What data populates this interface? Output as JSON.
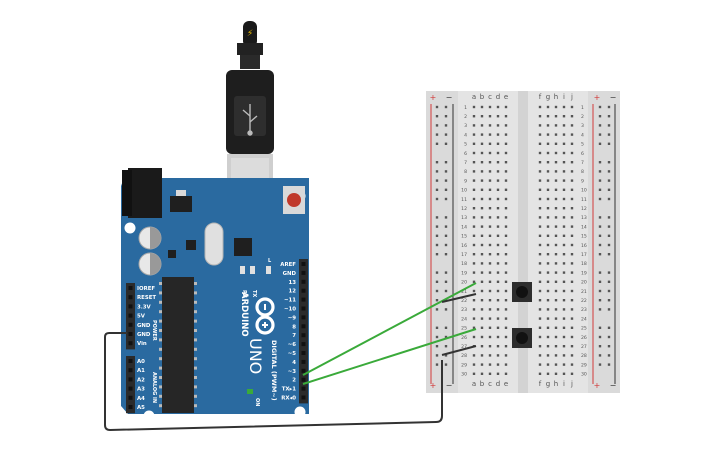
{
  "arduino": {
    "brand": "ARDUINO",
    "model": "UNO",
    "digital_label": "DIGITAL (PWM~)",
    "analog_label": "ANALOG IN",
    "power_label": "POWER",
    "on_label": "ON",
    "tx_label": "TX",
    "rx_label": "RX",
    "l_label": "L",
    "power_pins": [
      "IOREF",
      "RESET",
      "3.3V",
      "5V",
      "GND",
      "GND",
      "Vin"
    ],
    "analog_pins": [
      "A0",
      "A1",
      "A2",
      "A3",
      "A4",
      "A5"
    ],
    "digital_pins": [
      "AREF",
      "GND",
      "13",
      "12",
      "~11",
      "~10",
      "~9",
      "8",
      "7",
      "~6",
      "~5",
      "4",
      "~3",
      "2",
      "TX▸1",
      "RX◂0"
    ],
    "usb_symbol": "⚡"
  },
  "breadboard": {
    "columns_left": [
      "a",
      "b",
      "c",
      "d",
      "e"
    ],
    "columns_right": [
      "f",
      "g",
      "h",
      "i",
      "j"
    ],
    "rows": [
      "1",
      "2",
      "3",
      "4",
      "5",
      "6",
      "7",
      "8",
      "9",
      "10",
      "11",
      "12",
      "13",
      "14",
      "15",
      "16",
      "17",
      "18",
      "19",
      "20",
      "21",
      "22",
      "23",
      "24",
      "25",
      "26",
      "27",
      "28",
      "29",
      "30"
    ],
    "rail_plus": "+",
    "rail_minus": "−"
  },
  "colors": {
    "board": "#2a6aa0",
    "board_dark": "#1f5785",
    "header": "#2b2b2b",
    "breadboard": "#e4e4e4",
    "rail_red": "#d23a3a",
    "rail_black": "#333333",
    "wire_green": "#3aaa3a",
    "wire_black": "#333333",
    "button": "#2d2d2d"
  }
}
